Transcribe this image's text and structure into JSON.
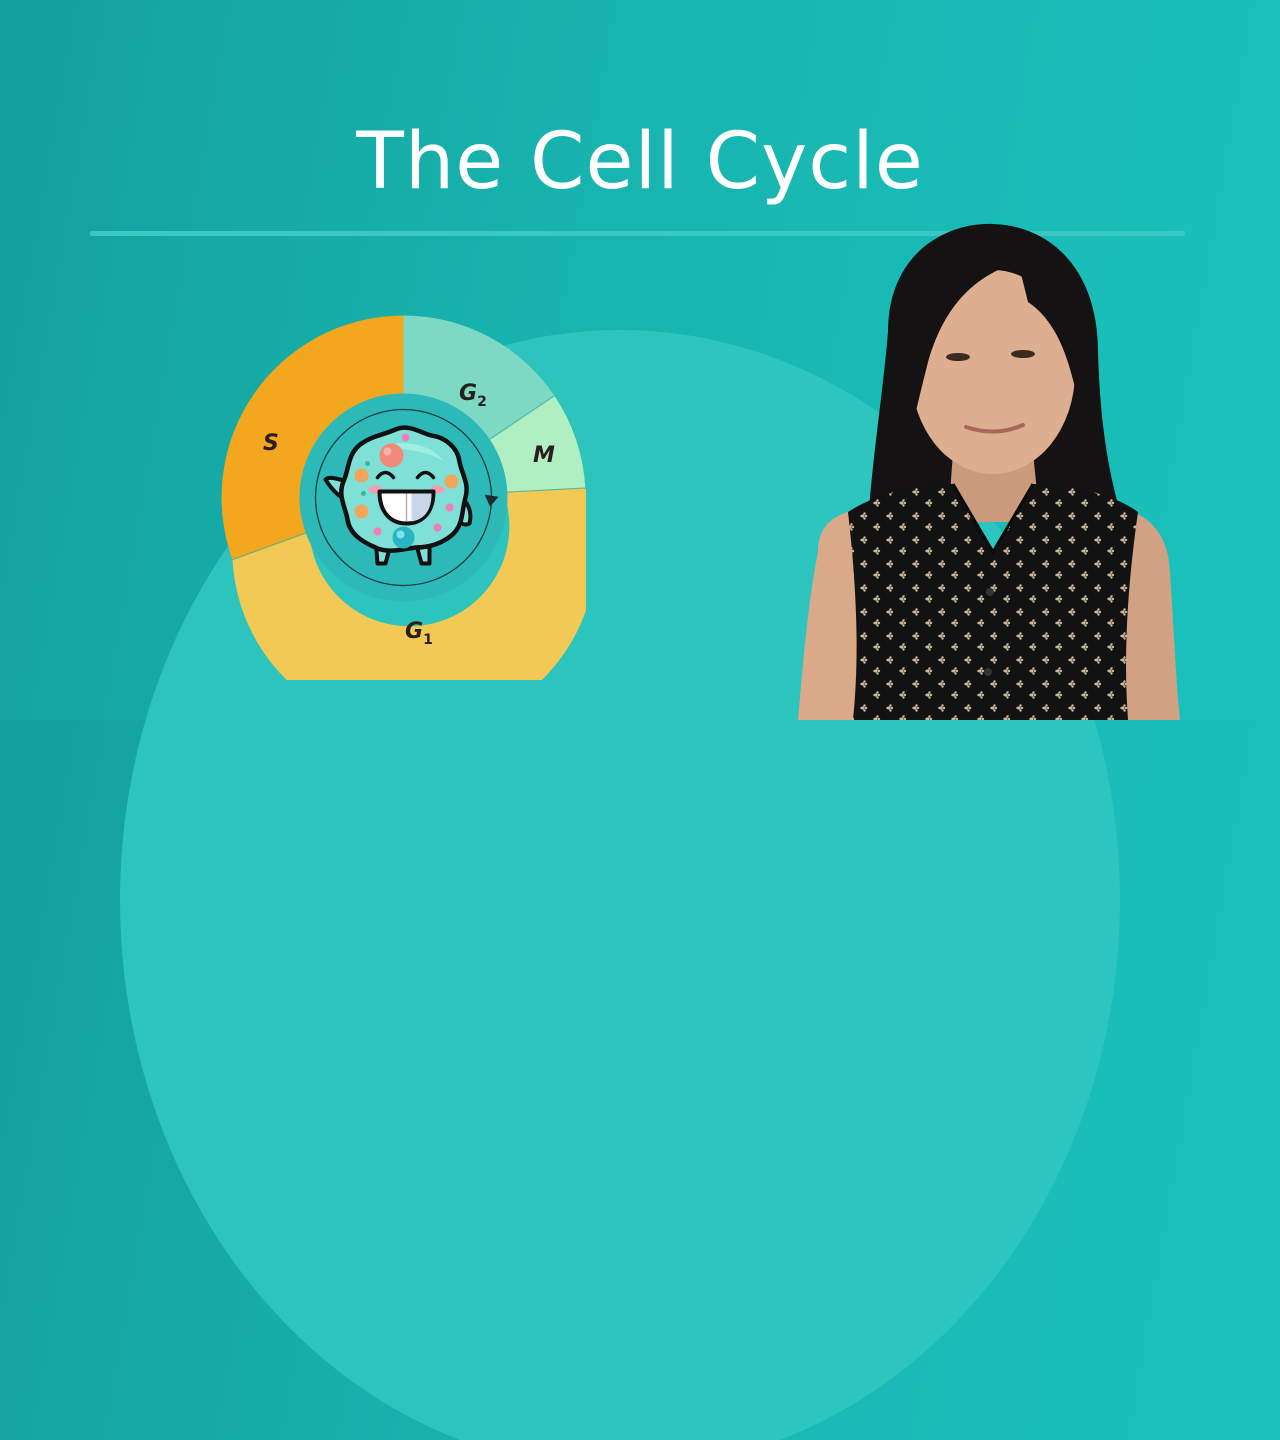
{
  "slide": {
    "title": "The Cell Cycle",
    "colors": {
      "background_left": "#14A09D",
      "background_right": "#1BC2BD",
      "background_blob": "#2EC5BF",
      "divider": "#3CC8C2",
      "title_text": "#FFFFFF"
    }
  },
  "cycle_diagram": {
    "center_icon": "smiling-cell-mascot",
    "direction": "clockwise",
    "phases": [
      {
        "id": "g2",
        "letter": "G",
        "subscript": "2",
        "color": "#7DD9C4",
        "start_deg": 0,
        "end_deg": 56
      },
      {
        "id": "m",
        "letter": "M",
        "subscript": "",
        "color": "#B0EFC1",
        "start_deg": 56,
        "end_deg": 87
      },
      {
        "id": "g1",
        "letter": "G",
        "subscript": "1",
        "color": "#F2C955",
        "start_deg": 87,
        "end_deg": 250
      },
      {
        "id": "s",
        "letter": "S",
        "subscript": "",
        "color": "#F2A71E",
        "start_deg": 250,
        "end_deg": 360
      }
    ],
    "inner_circle_color": "#2CB9B7",
    "label_color": "#2A1E1E"
  },
  "presenter": {
    "description": "presenter-photo"
  }
}
